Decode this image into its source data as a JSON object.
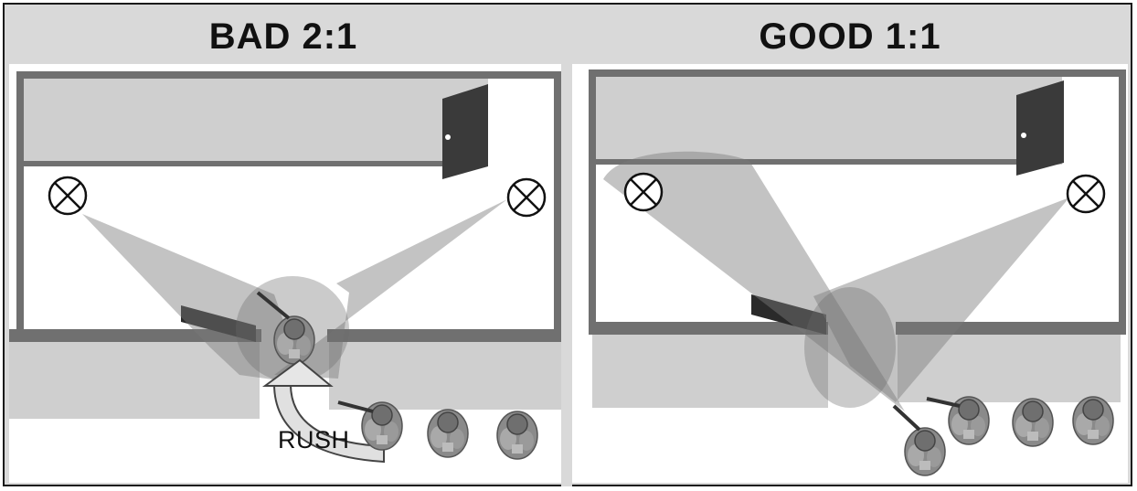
{
  "panels": {
    "left": {
      "title": "BAD 2:1",
      "arrow_label": "RUSH"
    },
    "right": {
      "title": "GOOD 1:1"
    }
  },
  "colors": {
    "wall": "#707070",
    "floor": "#ffffff",
    "roof": "#cfcfcf",
    "door": "#3a3a3a",
    "sector": "#7a7a7a",
    "background": "#d9d9d9"
  },
  "icons": [
    "enemy-target-icon",
    "soldier-icon",
    "rush-arrow-icon",
    "door-icon"
  ]
}
